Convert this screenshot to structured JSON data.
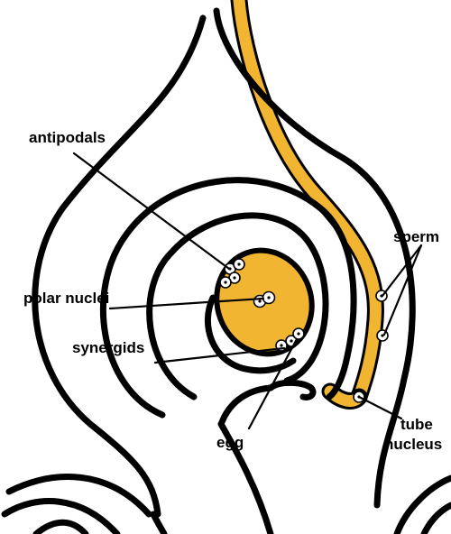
{
  "colors": {
    "background": "#ffffff",
    "outline": "#000000",
    "highlight": "#f2b532"
  },
  "labels": {
    "antipodals": "antipodals",
    "polar_nuclei": "polar nuclei",
    "synergids": "synergids",
    "egg": "egg",
    "sperm": "sperm",
    "tube": "tube",
    "nucleus": "nucleus"
  }
}
